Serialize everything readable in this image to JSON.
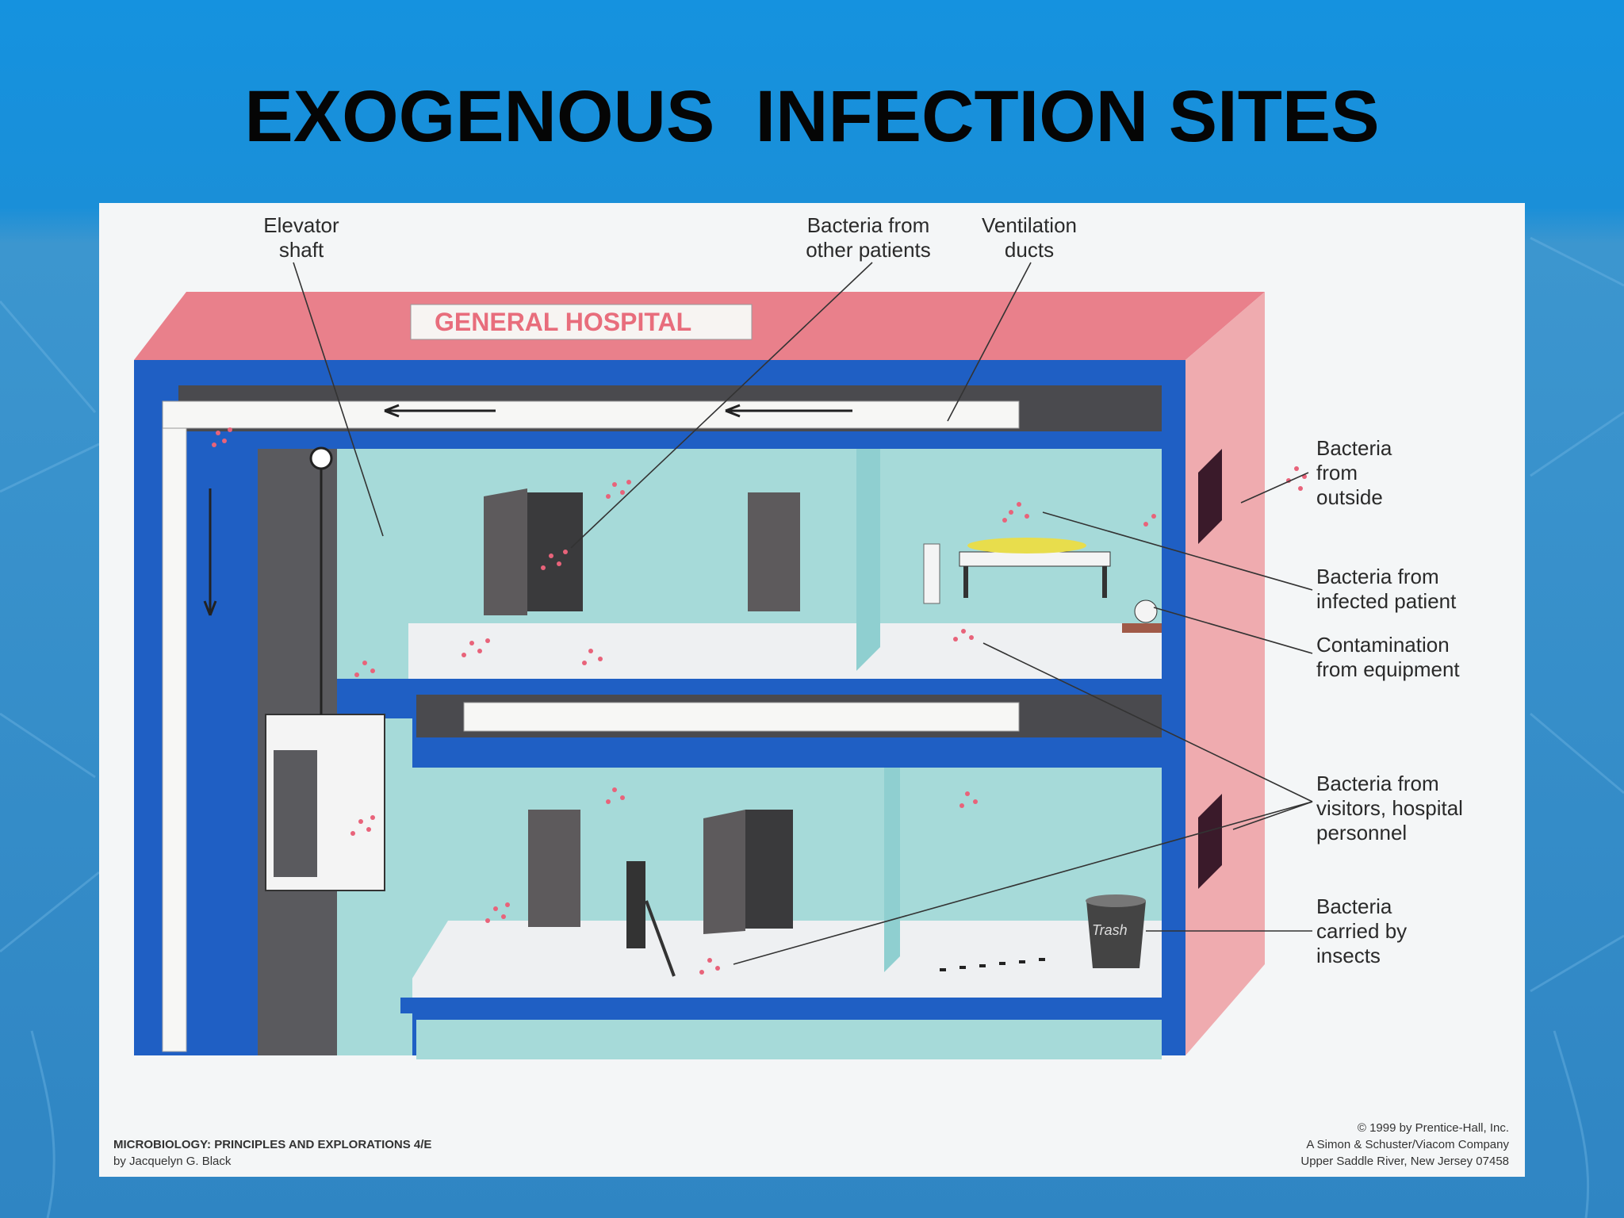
{
  "slide": {
    "title": "EXOGENOUS  INFECTION SITES",
    "background_color": "#1d8fd6"
  },
  "diagram": {
    "sign": "GENERAL HOSPITAL",
    "trash_label": "Trash",
    "labels": {
      "elevator": "Elevator\nshaft",
      "other_patients": "Bacteria from\nother patients",
      "ventilation": "Ventilation\nducts",
      "outside": "Bacteria\nfrom\noutside",
      "infected_patient": "Bacteria from\ninfected patient",
      "equipment": "Contamination\nfrom equipment",
      "visitors": "Bacteria from\nvisitors, hospital\npersonnel",
      "insects": "Bacteria\ncarried by\ninsects"
    },
    "colors": {
      "roof": "#e9808b",
      "side_wall": "#efabaf",
      "frame": "#1f5fc4",
      "room_wall": "#a6dad9",
      "floor": "#eef0f2",
      "duct": "#f7f7f5",
      "bacteria": "#e8637a"
    }
  },
  "footer": {
    "book_title": "MICROBIOLOGY: PRINCIPLES AND EXPLORATIONS 4/E",
    "author": "by Jacquelyn G. Black",
    "copyright": "© 1999 by Prentice-Hall, Inc.",
    "company": "A Simon & Schuster/Viacom Company",
    "address": "Upper Saddle River, New Jersey 07458"
  }
}
